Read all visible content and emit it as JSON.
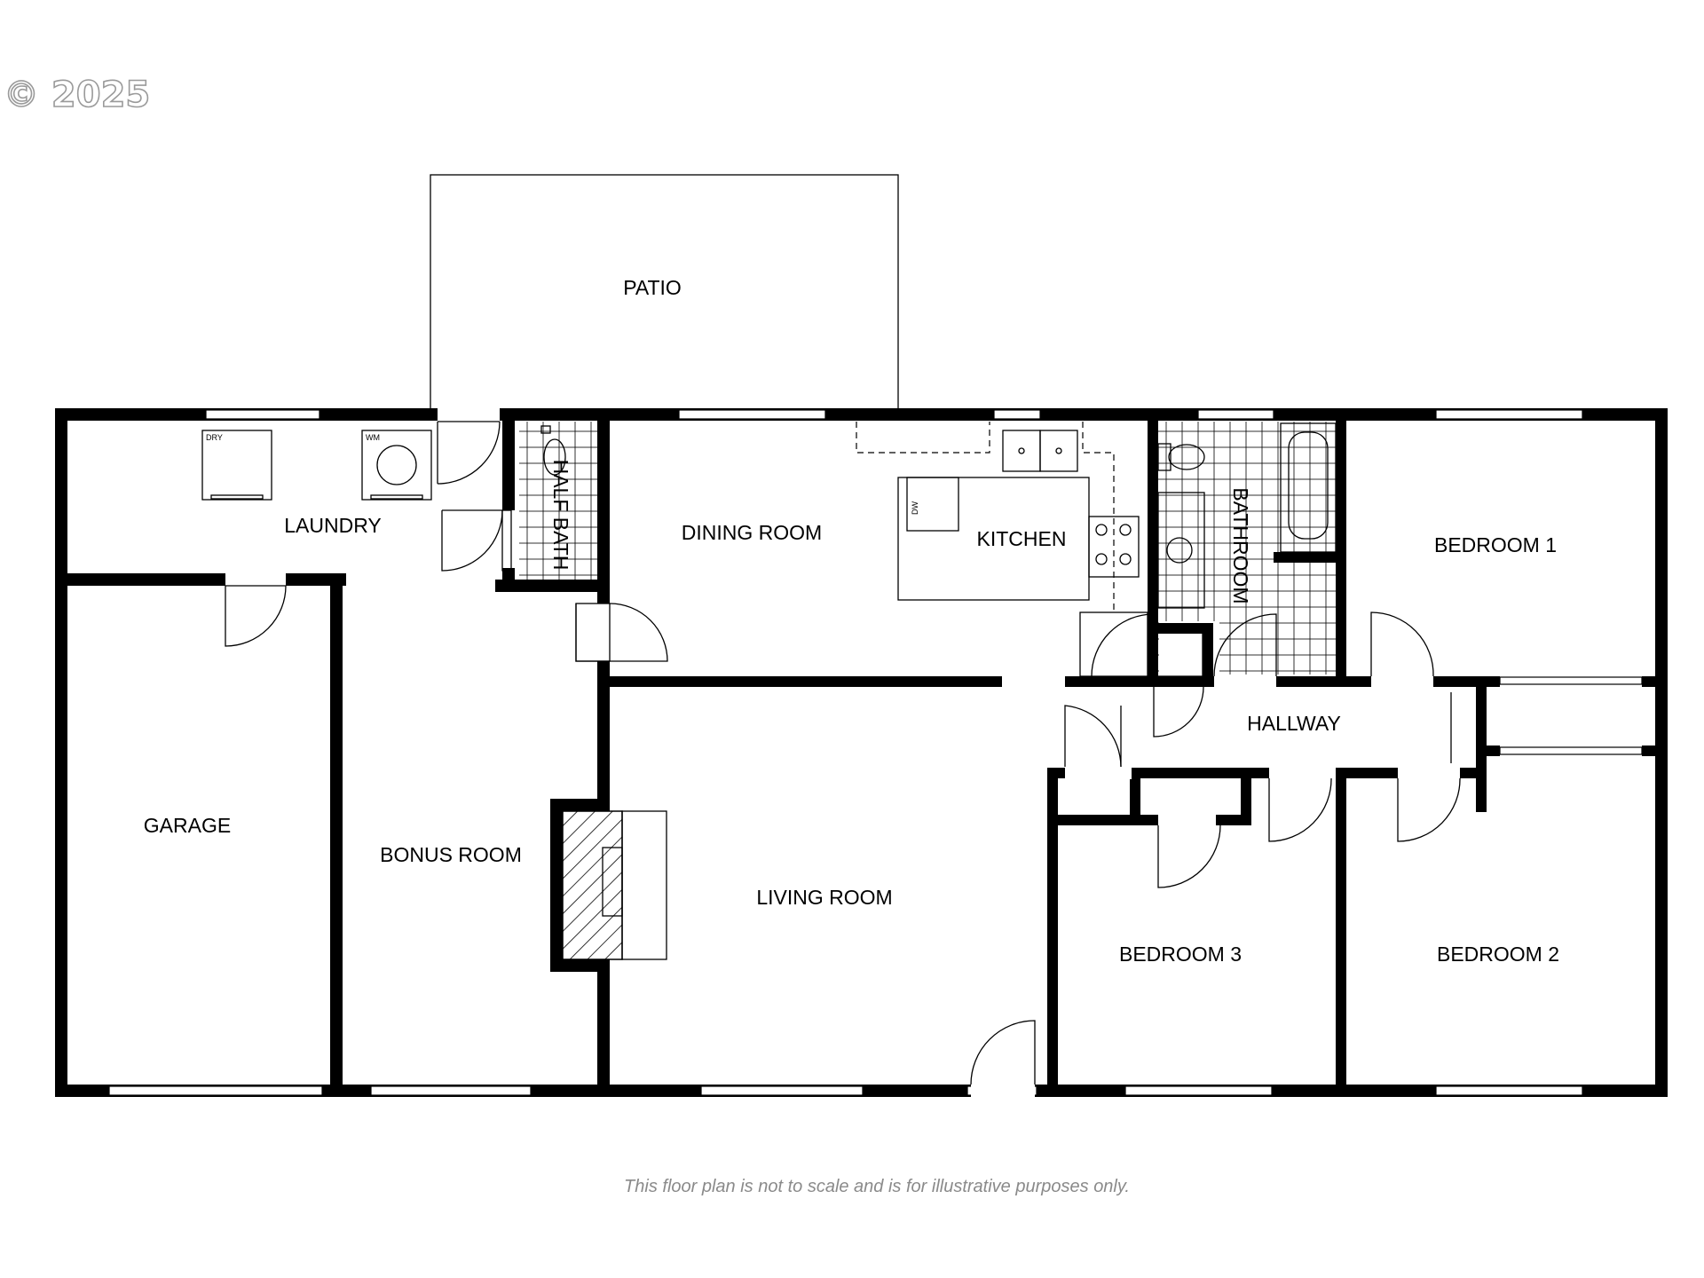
{
  "copyright": "© 2025",
  "disclaimer": "This floor plan is not to scale and is for illustrative purposes only.",
  "rooms": {
    "patio": "PATIO",
    "laundry": "LAUNDRY",
    "half_bath": "HALF BATH",
    "dining_room": "DINING ROOM",
    "kitchen": "KITCHEN",
    "bathroom": "BATHROOM",
    "bedroom_1": "BEDROOM 1",
    "hallway": "HALLWAY",
    "garage": "GARAGE",
    "bonus_room": "BONUS ROOM",
    "living_room": "LIVING ROOM",
    "bedroom_3": "BEDROOM 3",
    "bedroom_2": "BEDROOM 2"
  },
  "appliances": {
    "dryer": "DRY",
    "washer": "WM",
    "dishwasher": "DW"
  }
}
